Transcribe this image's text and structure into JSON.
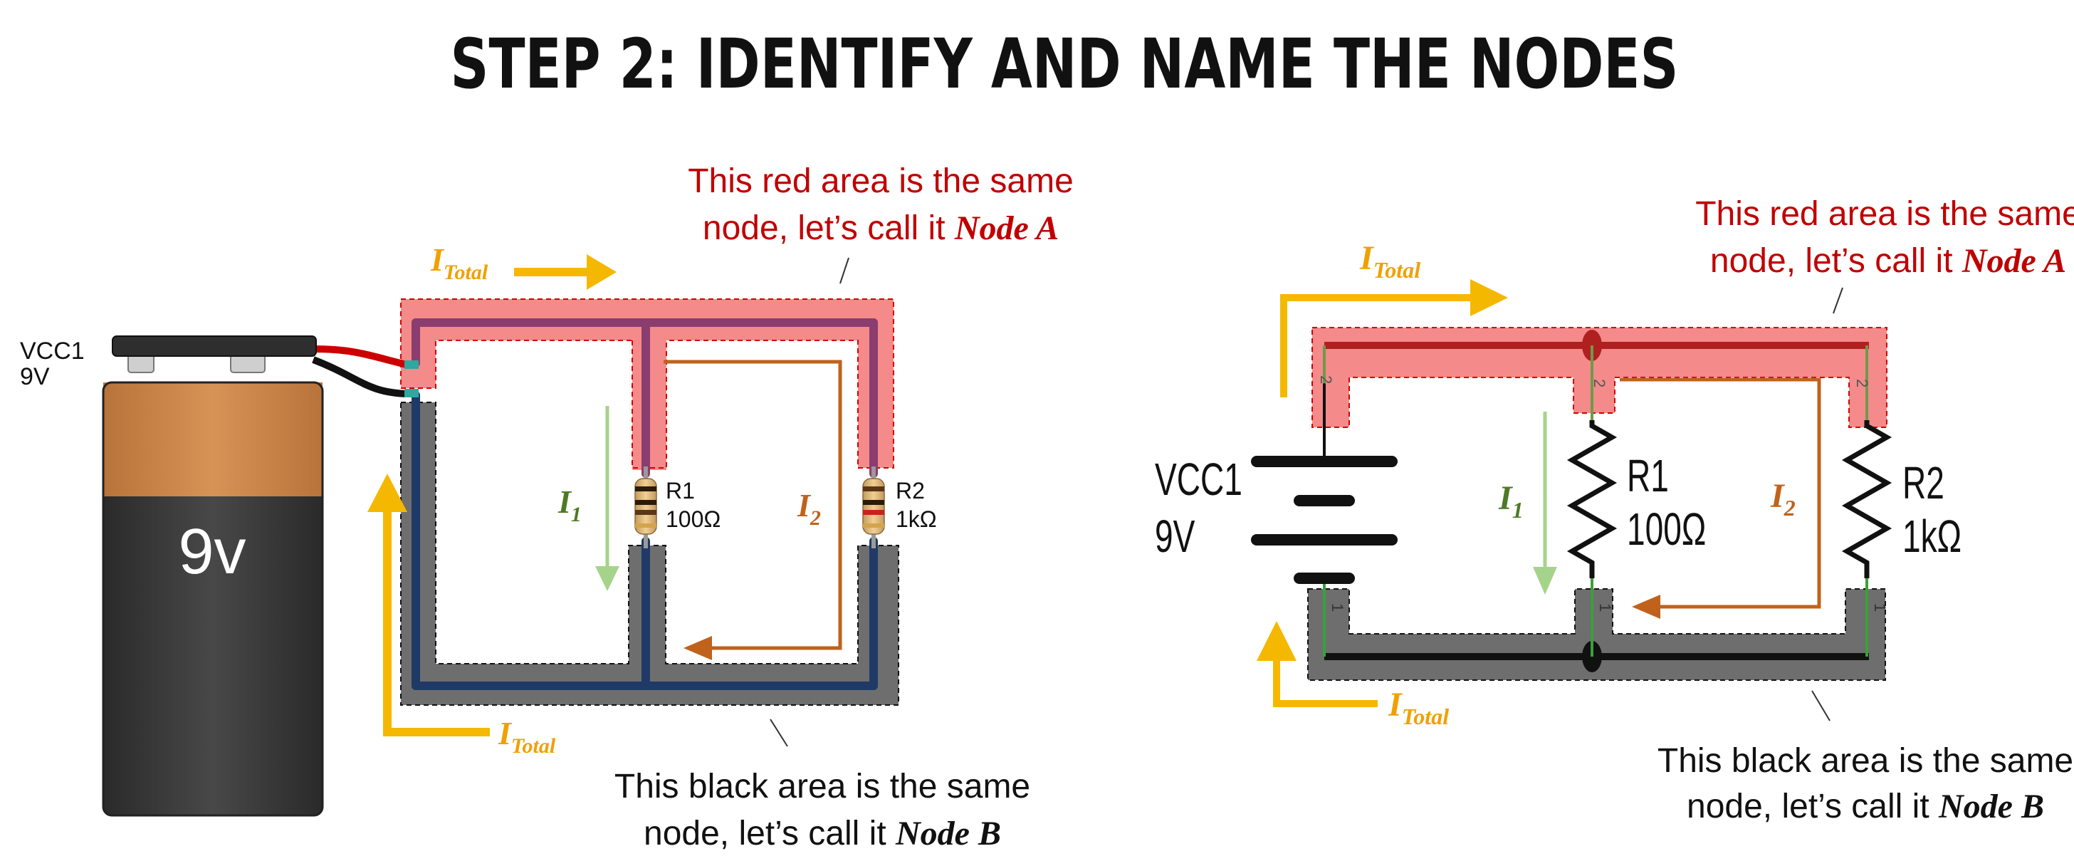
{
  "title": "STEP 2: IDENTIFY AND NAME THE NODES",
  "colors": {
    "node_a_fill": "#f48a8a",
    "node_a_border": "#d40000",
    "node_b_fill": "#6e6e6e",
    "wire_top": "#8a3d6e",
    "wire_bottom": "#1f3a66",
    "current_total": "#f5b800",
    "current_i1": "#a6d38a",
    "current_i2": "#c0621c",
    "text_red": "#c00000",
    "text_i1": "#4e7a25",
    "text_orange": "#e08a00"
  },
  "left": {
    "battery_label": "VCC1",
    "battery_voltage": "9V",
    "battery_face": "9v",
    "r1_name": "R1",
    "r1_value": "100Ω",
    "r2_name": "R2",
    "r2_value": "1kΩ",
    "itotal_top": {
      "main": "I",
      "sub": "Total"
    },
    "itotal_bottom": {
      "main": "I",
      "sub": "Total"
    },
    "i1": {
      "main": "I",
      "sub": "1"
    },
    "i2": {
      "main": "I",
      "sub": "2"
    },
    "node_a_line1": "This red area is the same",
    "node_a_line2_prefix": "node, let’s call it ",
    "node_a_name": "Node A",
    "node_b_line1": "This black area is the same",
    "node_b_line2_prefix": "node, let’s call it ",
    "node_b_name": "Node B"
  },
  "right": {
    "battery_label": "VCC1",
    "battery_voltage": "9V",
    "r1_name": "R1",
    "r1_value": "100Ω",
    "r2_name": "R2",
    "r2_value": "1kΩ",
    "pin_top": "2",
    "pin_bottom": "1",
    "itotal_top": {
      "main": "I",
      "sub": "Total"
    },
    "itotal_bottom": {
      "main": "I",
      "sub": "Total"
    },
    "i1": {
      "main": "I",
      "sub": "1"
    },
    "i2": {
      "main": "I",
      "sub": "2"
    },
    "node_a_line1": "This red area is the same",
    "node_a_line2_prefix": "node, let’s call it ",
    "node_a_name": "Node A",
    "node_b_line1": "This black area is the same",
    "node_b_line2_prefix": "node, let’s call it ",
    "node_b_name": "Node B"
  }
}
